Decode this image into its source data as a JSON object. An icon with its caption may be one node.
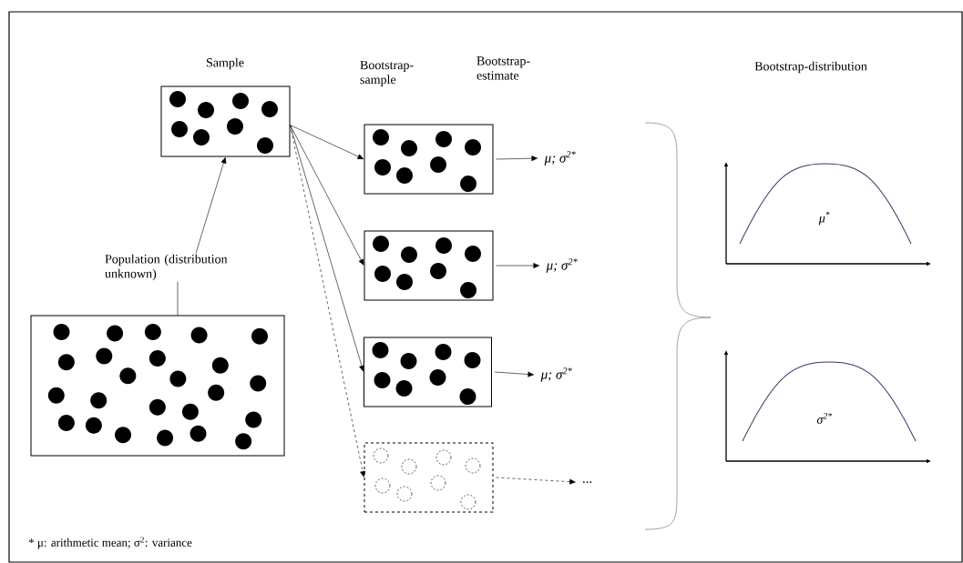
{
  "diagram": {
    "nodes": [
      {
        "text": [],
        "shape": "box"
      },
      {
        "text": [
          "Population (distribution unknown)"
        ]
      },
      {
        "text": [],
        "shape": "box"
      },
      {
        "text": [],
        "shape": "box"
      },
      {
        "text": [],
        "shape": "box"
      },
      {
        "text": [],
        "shape": "box"
      },
      {
        "text": [],
        "shape": "box"
      },
      {
        "text": [
          "μ; σ$^{2*}$"
        ]
      },
      {
        "text": [
          "μ; σ$^{2*}$"
        ]
      },
      {
        "text": [
          "μ; σ$^{2*}$"
        ]
      },
      {
        "text": [
          "..."
        ]
      }
    ],
    "edges": [
      {
        "from": 1,
        "to": 0,
        "arrow": "to"
      },
      {
        "from": 1,
        "to": 2,
        "arrow": "none"
      },
      {
        "from": 0,
        "to": 3,
        "arrow": "to"
      },
      {
        "from": 0,
        "to": 4,
        "arrow": "to"
      },
      {
        "from": 0,
        "to": 5,
        "arrow": "to"
      },
      {
        "from": 0,
        "to": 6,
        "arrow": "to",
        "style": "dashed"
      },
      {
        "from": 3,
        "to": 7,
        "arrow": "to"
      },
      {
        "from": 4,
        "to": 8,
        "arrow": "to"
      },
      {
        "from": 5,
        "to": 9,
        "arrow": "to"
      },
      {
        "from": 6,
        "to": 10,
        "arrow": "to",
        "style": "dashed"
      }
    ],
    "labels": [
      "Sample",
      "Bootstrap- sample",
      "Bootstrap- estimate",
      "Bootstrap-distribution",
      "μ$^{*}$",
      "σ$^{2*}$",
      "* μ: arithmetic mean; σ$^{2}$: variance"
    ]
  }
}
